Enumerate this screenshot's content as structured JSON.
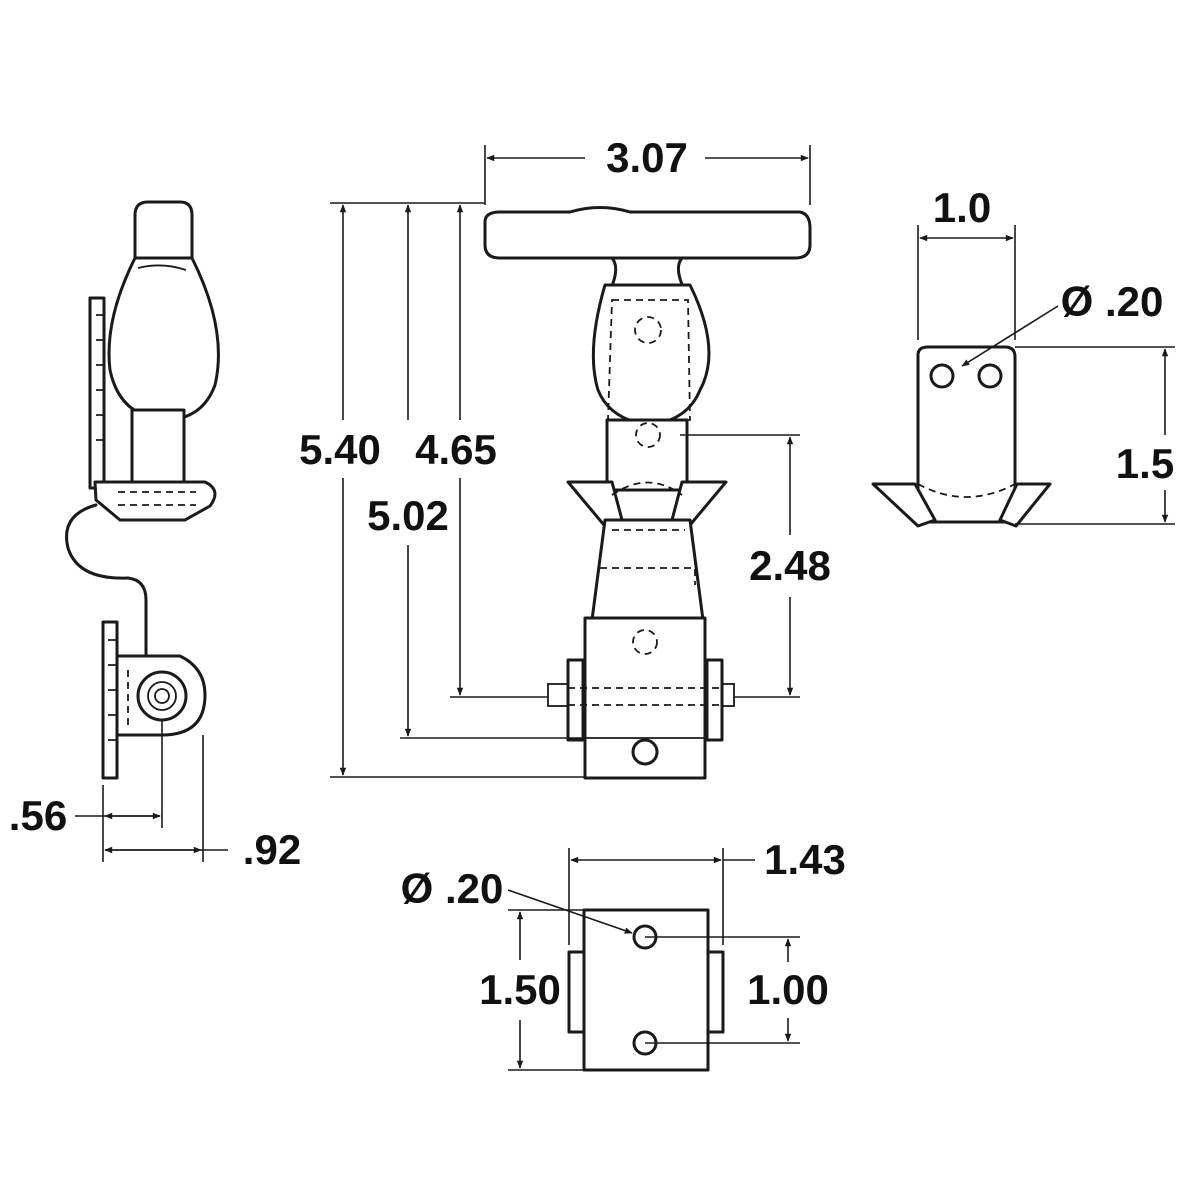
{
  "dimensions": {
    "overall_width": "3.07",
    "height_overall": "5.40",
    "height_to_pivot": "5.02",
    "height_to_bolt": "4.65",
    "bolt_to_hook": "2.48",
    "keeper_width": "1.0",
    "keeper_hole_dia": "Ø .20",
    "keeper_height": "1.5",
    "side_offset_small": ".56",
    "side_offset_large": ".92",
    "base_width": "1.43",
    "base_hole_dia": "Ø .20",
    "base_height": "1.50",
    "base_hole_spacing": "1.00"
  },
  "colors": {
    "line": "#1a1a1a",
    "background": "#ffffff"
  }
}
